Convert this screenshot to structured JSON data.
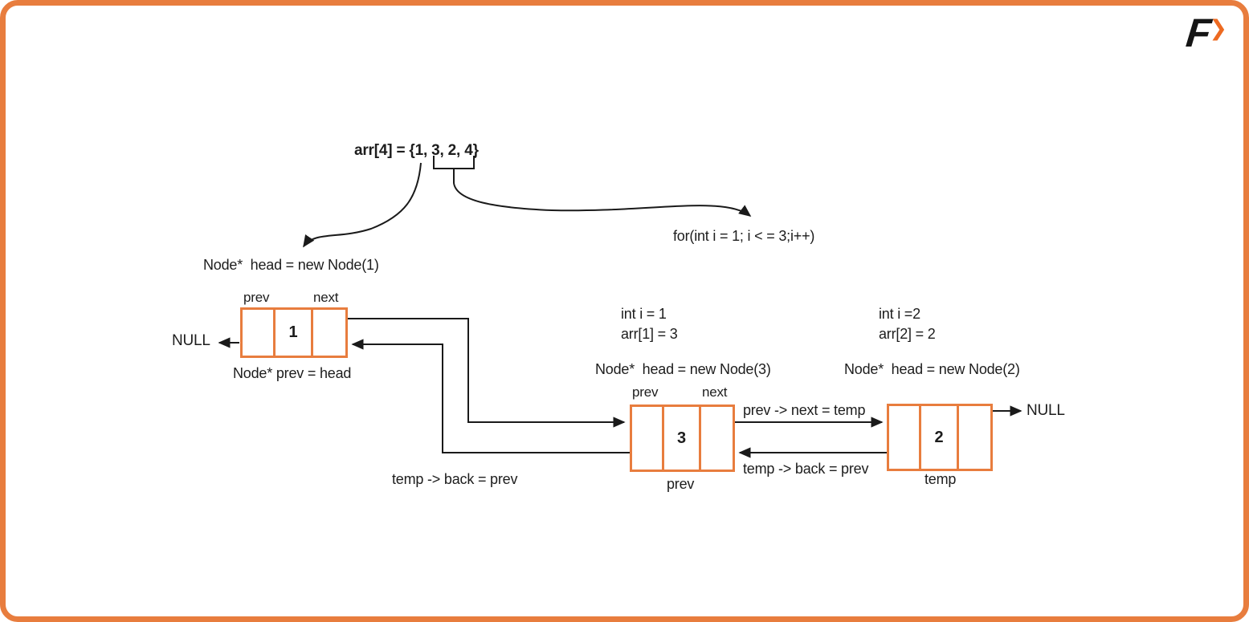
{
  "brand": {
    "letter": "F",
    "chevron": "❯"
  },
  "colors": {
    "accent_border": "#e87d3e",
    "accent_logo": "#ed6a21",
    "ink": "#1d1d1d"
  },
  "diagram": {
    "array_declaration": "arr[4] = {1, 3, 2, 4}",
    "for_loop": "for(int i = 1; i < = 3;i++)",
    "step1": {
      "code": "Node*  head = new Node(1)",
      "prev_label": "prev",
      "next_label": "next",
      "value": "1",
      "null_label": "NULL",
      "caption": "Node* prev = head"
    },
    "step2": {
      "iteration": "int i = 1",
      "assignment": "arr[1] = 3",
      "code": "Node*  head = new Node(3)",
      "prev_label": "prev",
      "next_label": "next",
      "value": "3",
      "caption": "prev"
    },
    "step3": {
      "iteration": "int i =2",
      "assignment": "arr[2] = 2",
      "code": "Node*  head = new Node(2)",
      "value": "2",
      "null_label": "NULL",
      "caption": "temp"
    },
    "edges": {
      "forward_label": "prev -> next = temp",
      "back_label": "temp -> back = prev",
      "back_label_left": "temp -> back = prev"
    }
  }
}
